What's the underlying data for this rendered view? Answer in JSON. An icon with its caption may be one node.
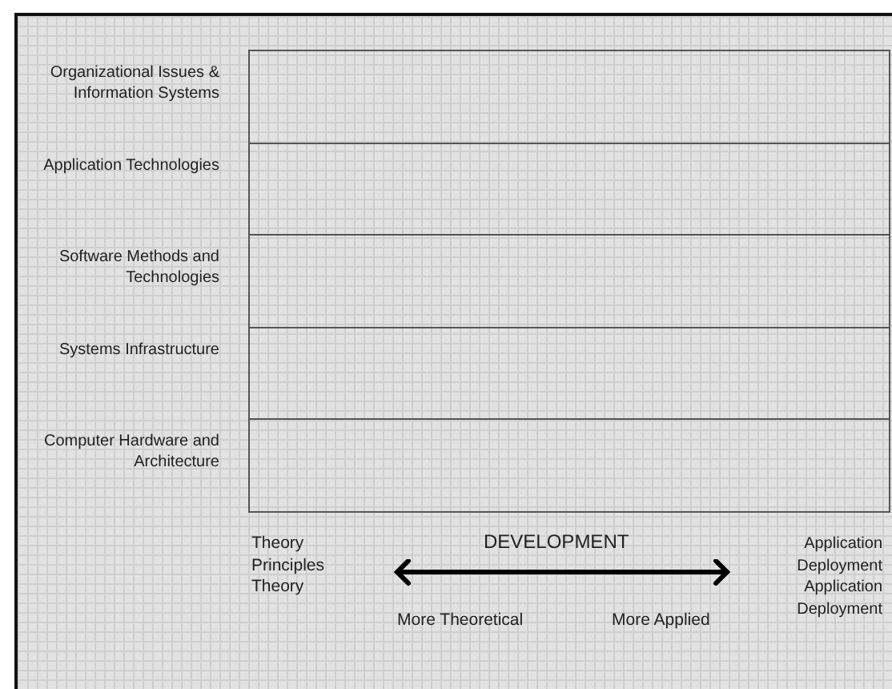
{
  "diagram": {
    "nodes": [
      {
        "text": [],
        "shape": "box",
        "beside": [
          "Organizational Issues & Information Systems"
        ]
      },
      {
        "text": [],
        "shape": "box",
        "beside": [
          "Application Technologies"
        ]
      },
      {
        "text": [],
        "shape": "box",
        "beside": [
          "Software Methods and Technologies"
        ]
      },
      {
        "text": [],
        "shape": "box",
        "beside": [
          "Systems Infrastructure"
        ]
      },
      {
        "text": [],
        "shape": "box",
        "beside": [
          "Computer Hardware and Architecture"
        ]
      }
    ],
    "edges": [],
    "labels": [
      "Theory",
      "Principles",
      "Theory",
      "DEVELOPMENT",
      "Application",
      "Deployment",
      "Application",
      "Deployment",
      "More Theoretical",
      "More Applied"
    ]
  }
}
